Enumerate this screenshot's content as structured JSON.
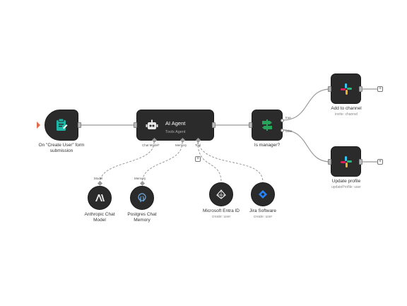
{
  "nodes": {
    "trigger": {
      "label": "On \"Create User\" form",
      "sub": "submission"
    },
    "agent": {
      "title": "AI Agent",
      "sub": "Tools Agent"
    },
    "switch": {
      "label": "Is manager?"
    },
    "slack_add": {
      "label": "Add to channel",
      "sub": "invite: channel"
    },
    "slack_update": {
      "label": "Update profile",
      "sub": "updateProfile: user"
    },
    "anthropic": {
      "label": "Anthropic Chat",
      "label2": "Model"
    },
    "postgres": {
      "label": "Postgres Chat",
      "label2": "Memory"
    },
    "entra": {
      "label": "Microsoft Entra ID",
      "sub": "create: user"
    },
    "jira": {
      "label": "Jira Software",
      "sub": "create: user"
    }
  },
  "ports": {
    "chat_model": "Chat Model*",
    "memory": "Memory",
    "tool": "Tool",
    "model_in": "Model",
    "memory_in": "Memory",
    "switch_true": "true",
    "switch_false": "false"
  },
  "icons": {
    "trigger": "form-icon",
    "agent": "robot-icon",
    "switch": "signpost-icon",
    "slack": "slack-icon",
    "anthropic": "anthropic-icon",
    "postgres": "postgres-icon",
    "entra": "entra-id-icon",
    "jira": "jira-icon"
  },
  "colors": {
    "node": "#2b2b2b",
    "form_accent": "#1fb6a8",
    "switch_accent": "#27a35a",
    "jira_accent": "#2684ff",
    "wire": "#999999"
  }
}
